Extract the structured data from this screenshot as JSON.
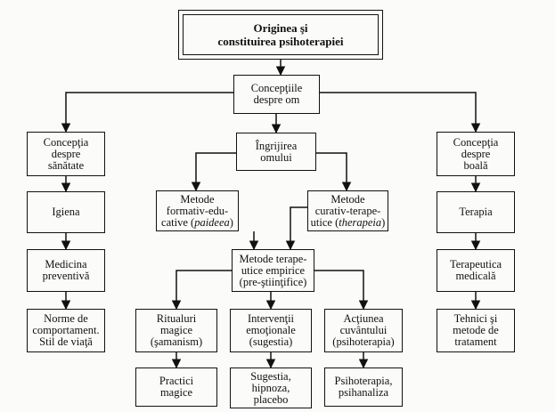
{
  "title": {
    "line1": "Originea şi",
    "line2": "constituirea psihoterapiei"
  },
  "nodes": {
    "conceptiile": [
      "Concepţiile",
      "despre om"
    ],
    "conceptia_sanatate": [
      "Concepţia",
      "despre",
      "sănătate"
    ],
    "ingrijirea": [
      "Îngrijirea",
      "omului"
    ],
    "conceptia_boala": [
      "Concepţia",
      "despre",
      "boală"
    ],
    "igiena": [
      "Igiena"
    ],
    "metode_formativ": {
      "l1": "Metode",
      "l2": "formativ-edu-",
      "l3_prefix": "cative (",
      "l3_italic": "paideea",
      "l3_suffix": ")"
    },
    "metode_curativ": {
      "l1": "Metode",
      "l2": "curativ-terape-",
      "l3_prefix": "utice (",
      "l3_italic": "therapeia",
      "l3_suffix": ")"
    },
    "terapia": [
      "Terapia"
    ],
    "medicina": [
      "Medicina",
      "preventivă"
    ],
    "metode_empirice": [
      "Metode terape-",
      "utice empirice",
      "(pre-ştiinţifice)"
    ],
    "terapeutica": [
      "Terapeutica",
      "medicală"
    ],
    "norme": [
      "Norme de",
      "comportament.",
      "Stil de viaţă"
    ],
    "ritualuri": [
      "Ritualuri",
      "magice",
      "(şamanism)"
    ],
    "interventii": [
      "Intervenţii",
      "emoţionale",
      "(sugestia)"
    ],
    "actiunea": [
      "Acţiunea",
      "cuvântului",
      "(psihoterapia)"
    ],
    "tehnici": [
      "Tehnici şi",
      "metode de",
      "tratament"
    ],
    "practici": [
      "Practici",
      "magice"
    ],
    "sugestia": [
      "Sugestia,",
      "hipnoza,",
      "placebo"
    ],
    "psihoterapia": [
      "Psihoterapia,",
      "psihanaliza"
    ]
  }
}
